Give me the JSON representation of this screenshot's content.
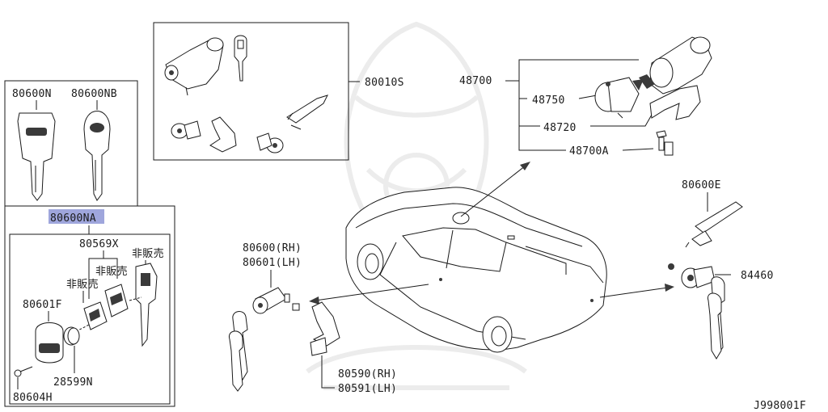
{
  "labels": {
    "kit_80010S": "80010S",
    "key_80600N": "80600N",
    "key_80600NB": "80600NB",
    "key_80600NA": "80600NA",
    "part_80569X": "80569X",
    "not_for_sale_1": "非販売",
    "not_for_sale_2": "非販売",
    "not_for_sale_3": "非販売",
    "part_80601F": "80601F",
    "part_28599N": "28599N",
    "part_80604H": "80604H",
    "part_80600_rh": "80600(RH)",
    "part_80601_lh": "80601(LH)",
    "part_80590_rh": "80590(RH)",
    "part_80591_lh": "80591(LH)",
    "part_48700": "48700",
    "part_48750": "48750",
    "part_48720": "48720",
    "part_48700A": "48700A",
    "part_80600E": "80600E",
    "part_84460": "84460",
    "diagram_code": "J998001F"
  },
  "colors": {
    "line": "#1a1a1a",
    "highlight": "#9fa6dc",
    "watermark": "#ececec",
    "background": "#ffffff"
  },
  "highlighted_part": "80600NA"
}
